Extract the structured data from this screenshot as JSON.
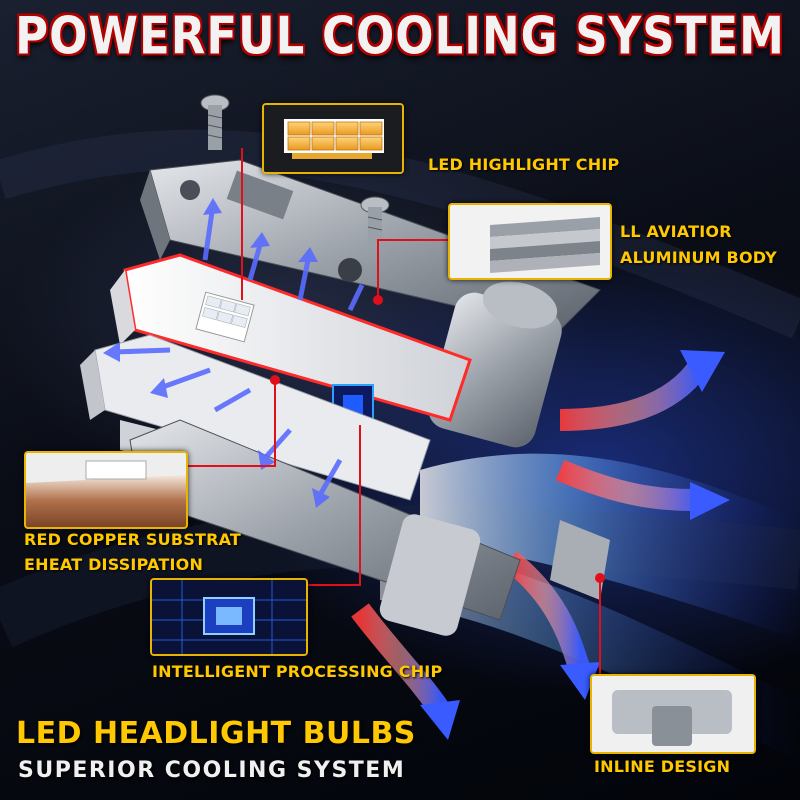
{
  "title": "POWERFUL COOLING SYSTEM",
  "callouts": {
    "led_chip": "LED HIGHLIGHT CHIP",
    "body_line1": "LL AVIATIOR",
    "body_line2": "ALUMINUM BODY",
    "copper_line1": "RED COPPER SUBSTRAT",
    "copper_line2": "EHEAT DISSIPATION",
    "processing_chip": "INTELLIGENT PROCESSING CHIP",
    "inline_design": "INLINE DESIGN"
  },
  "footer": {
    "heading": "LED HEADLIGHT BULBS",
    "subheading": "SUPERIOR COOLING SYSTEM"
  },
  "colors": {
    "accent_yellow": "#ffc800",
    "box_border": "#e8b400",
    "title_outline": "#b00000",
    "pointer_red": "#e0101a",
    "arrow_blue": "#3a5bff",
    "arrow_red": "#ff3a3a"
  }
}
